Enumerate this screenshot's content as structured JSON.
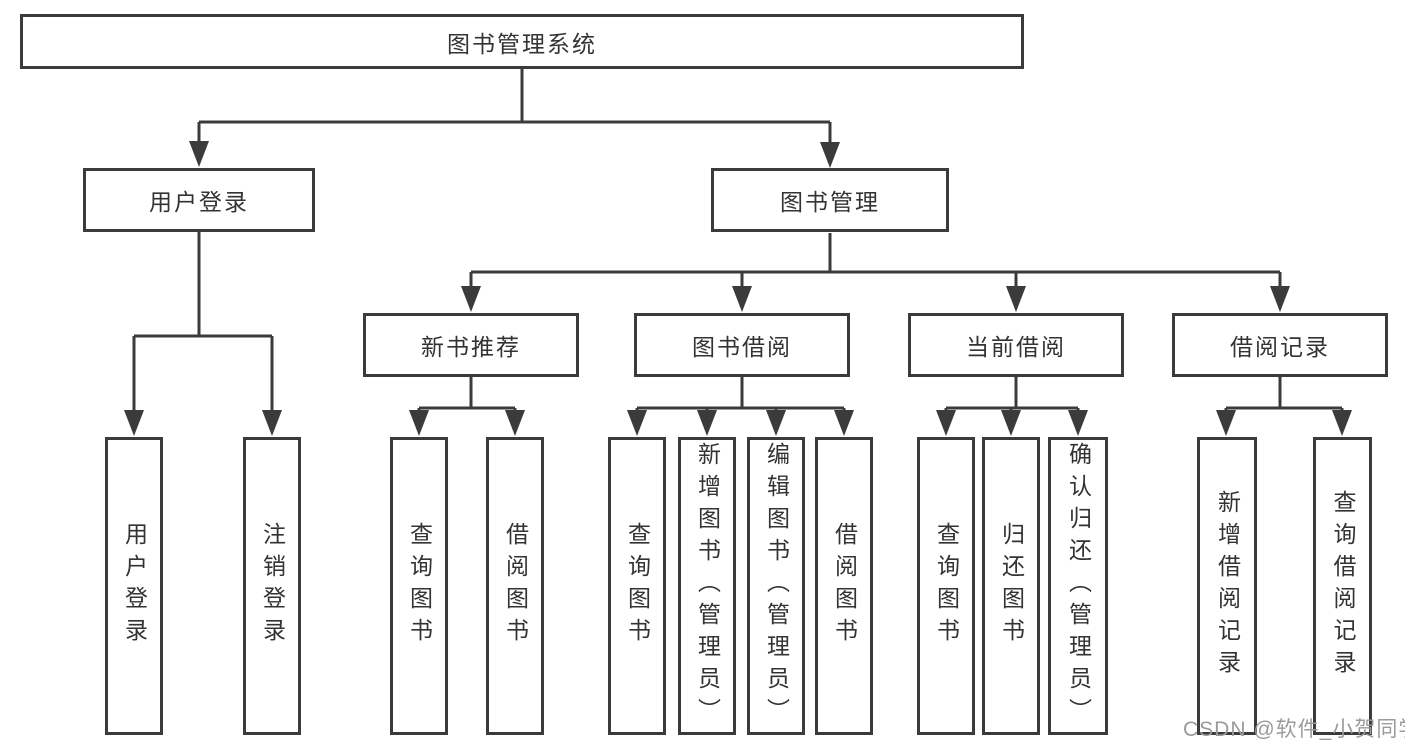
{
  "diagram": {
    "root": "图书管理系统",
    "level2": {
      "user_login": "用户登录",
      "book_management": "图书管理"
    },
    "level3": {
      "new_books": "新书推荐",
      "book_borrow": "图书借阅",
      "current_borrow": "当前借阅",
      "borrow_records": "借阅记录"
    },
    "leaves": {
      "user_login_login": "用户登录",
      "user_login_logout": "注销登录",
      "new_books_query": "查询图书",
      "new_books_borrow": "借阅图书",
      "borrow_query": "查询图书",
      "borrow_add": "新增图书（管理员）",
      "borrow_edit": "编辑图书（管理员）",
      "borrow_borrow": "借阅图书",
      "current_query": "查询图书",
      "current_return": "归还图书",
      "current_confirm": "确认归还（管理员）",
      "records_add": "新增借阅记录",
      "records_query": "查询借阅记录"
    }
  },
  "watermark": "CSDN @软件_小贺同学",
  "colors": {
    "line": "#3b3b3b",
    "text": "#333333",
    "watermark": "#9b9b9b",
    "background": "#ffffff"
  }
}
